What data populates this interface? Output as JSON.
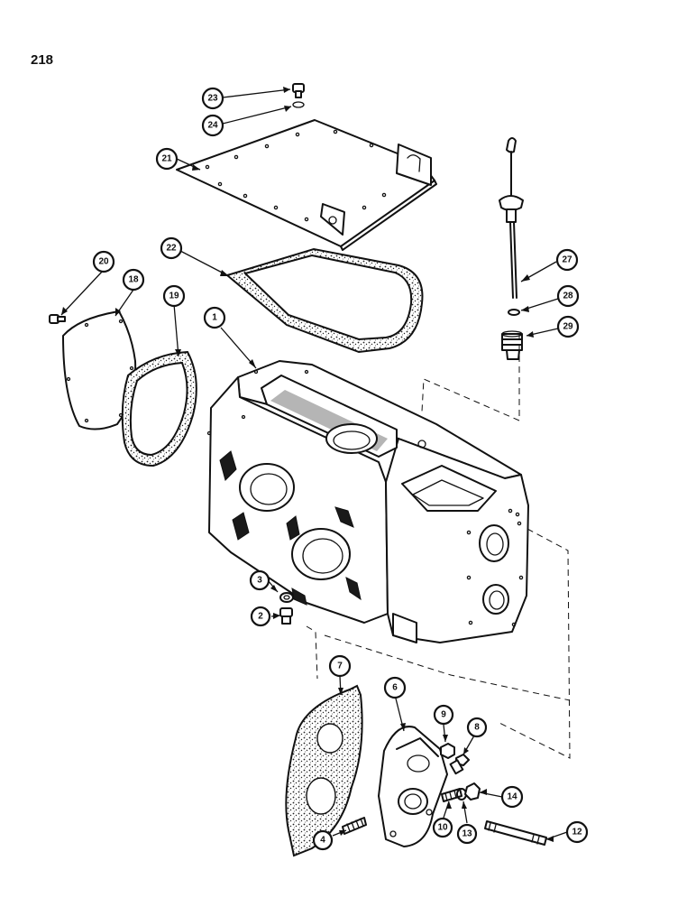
{
  "page_number": "218",
  "callouts": [
    {
      "id": "c23",
      "label": "23"
    },
    {
      "id": "c24",
      "label": "24"
    },
    {
      "id": "c21",
      "label": "21"
    },
    {
      "id": "c22",
      "label": "22"
    },
    {
      "id": "c20",
      "label": "20"
    },
    {
      "id": "c18",
      "label": "18"
    },
    {
      "id": "c19",
      "label": "19"
    },
    {
      "id": "c1",
      "label": "1"
    },
    {
      "id": "c27",
      "label": "27"
    },
    {
      "id": "c28",
      "label": "28"
    },
    {
      "id": "c29",
      "label": "29"
    },
    {
      "id": "c3",
      "label": "3"
    },
    {
      "id": "c2",
      "label": "2"
    },
    {
      "id": "c7",
      "label": "7"
    },
    {
      "id": "c6",
      "label": "6"
    },
    {
      "id": "c9",
      "label": "9"
    },
    {
      "id": "c8",
      "label": "8"
    },
    {
      "id": "c14",
      "label": "14"
    },
    {
      "id": "c10",
      "label": "10"
    },
    {
      "id": "c13",
      "label": "13"
    },
    {
      "id": "c4",
      "label": "4"
    },
    {
      "id": "c12",
      "label": "12"
    }
  ]
}
